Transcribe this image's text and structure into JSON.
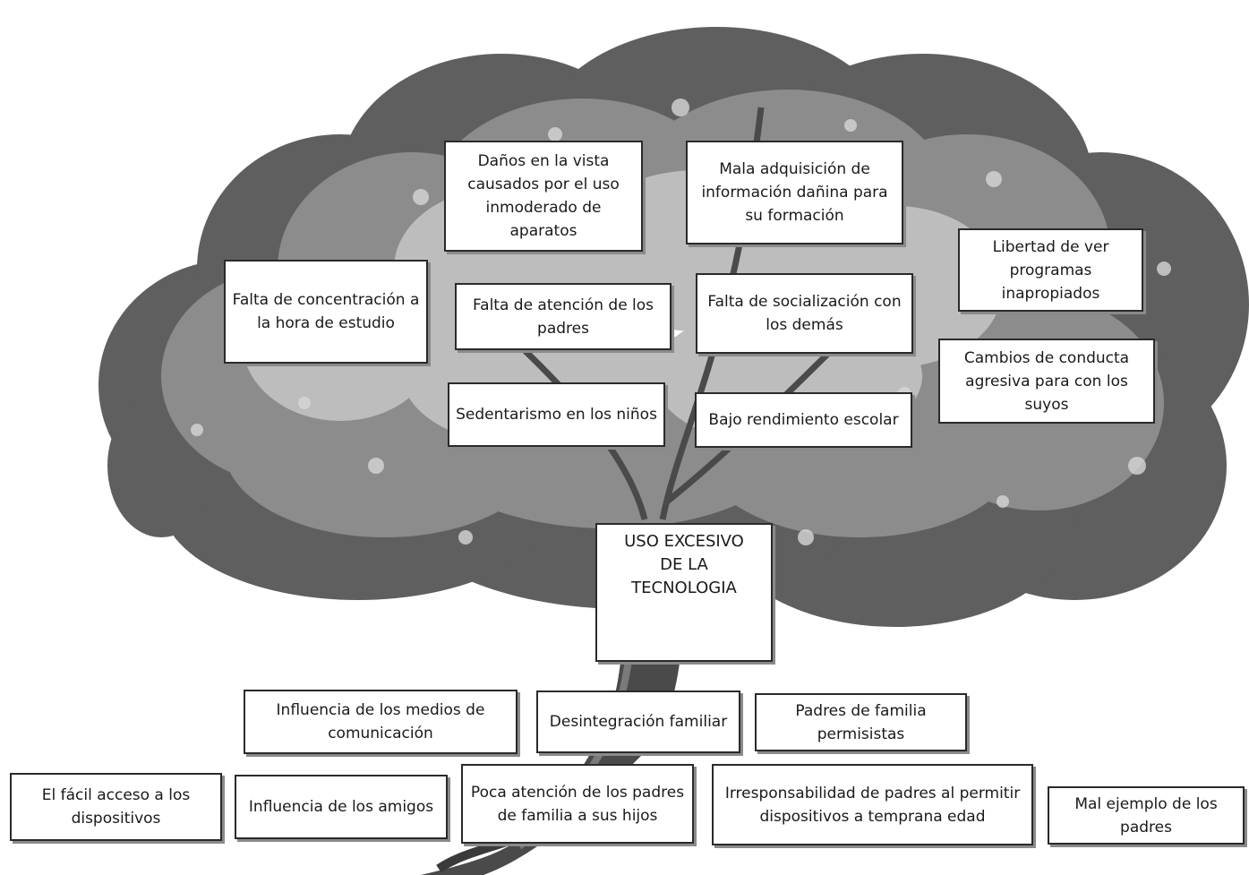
{
  "title": "",
  "colors": {
    "foliage_dark": "#5f5f5f",
    "foliage_mid": "#8c8c8c",
    "foliage_light": "#bdbdbd",
    "trunk": "#4a4a4a",
    "box_border": "#2a2a2a"
  },
  "central_problem": "USO EXCESIVO DE LA TECNOLOGIA",
  "effects": [
    "Daños en la vista causados por el uso inmoderado de aparatos",
    "Mala adquisición de información dañina para su formación",
    "Libertad de ver programas inapropiados",
    "Falta de concentración a la hora de estudio",
    "Falta de atención de los padres",
    "Falta de socialización con los demás",
    "Cambios de conducta agresiva para con los suyos",
    "Sedentarismo en los niños",
    "Bajo rendimiento escolar"
  ],
  "causes": [
    "Influencia de los medios de comunicación",
    "Desintegración familiar",
    "Padres de familia permisistas",
    "El fácil acceso a los dispositivos",
    "Influencia de los amigos",
    "Poca atención de los padres de familia a sus hijos",
    "Irresponsabilidad de padres al permitir dispositivos a temprana edad",
    "Mal ejemplo de los padres"
  ]
}
